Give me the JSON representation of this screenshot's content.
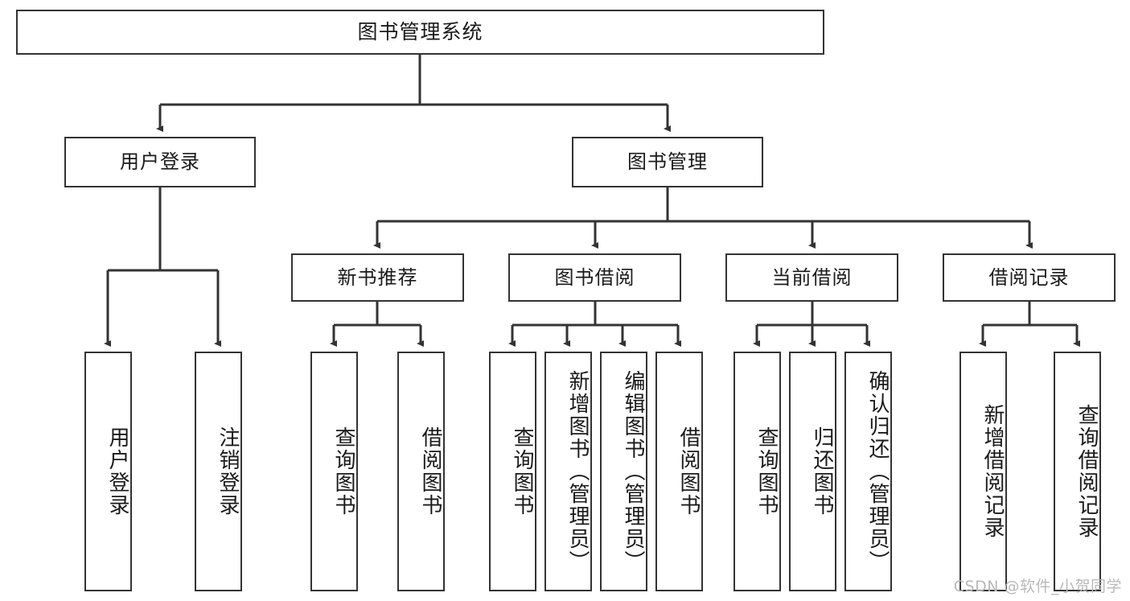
{
  "diagram": {
    "type": "tree-hierarchy-diagram",
    "title": "图书管理系统",
    "watermark": "CSDN @软件_小贺同学",
    "colors": {
      "stroke": "#333333",
      "fill": "#ffffff",
      "text": "#1a1a1a",
      "watermark": "#b9b9b9"
    },
    "levels": {
      "root": {
        "label": "图书管理系统"
      },
      "level2": [
        {
          "label": "用户登录"
        },
        {
          "label": "图书管理"
        }
      ],
      "level3": [
        {
          "label": "新书推荐"
        },
        {
          "label": "图书借阅"
        },
        {
          "label": "当前借阅"
        },
        {
          "label": "借阅记录"
        }
      ],
      "leaves": {
        "user_login": [
          {
            "label": "用户登录"
          },
          {
            "label": "注销登录"
          }
        ],
        "new_book_recommend": [
          {
            "label": "查询图书"
          },
          {
            "label": "借阅图书"
          }
        ],
        "book_borrow": [
          {
            "label": "查询图书"
          },
          {
            "label": "新增图书（管理员）"
          },
          {
            "label": "编辑图书（管理员）"
          },
          {
            "label": "借阅图书"
          }
        ],
        "current_borrow": [
          {
            "label": "查询图书"
          },
          {
            "label": "归还图书"
          },
          {
            "label": "确认归还（管理员）"
          }
        ],
        "borrow_record": [
          {
            "label": "新增借阅记录"
          },
          {
            "label": "查询借阅记录"
          }
        ]
      }
    }
  }
}
